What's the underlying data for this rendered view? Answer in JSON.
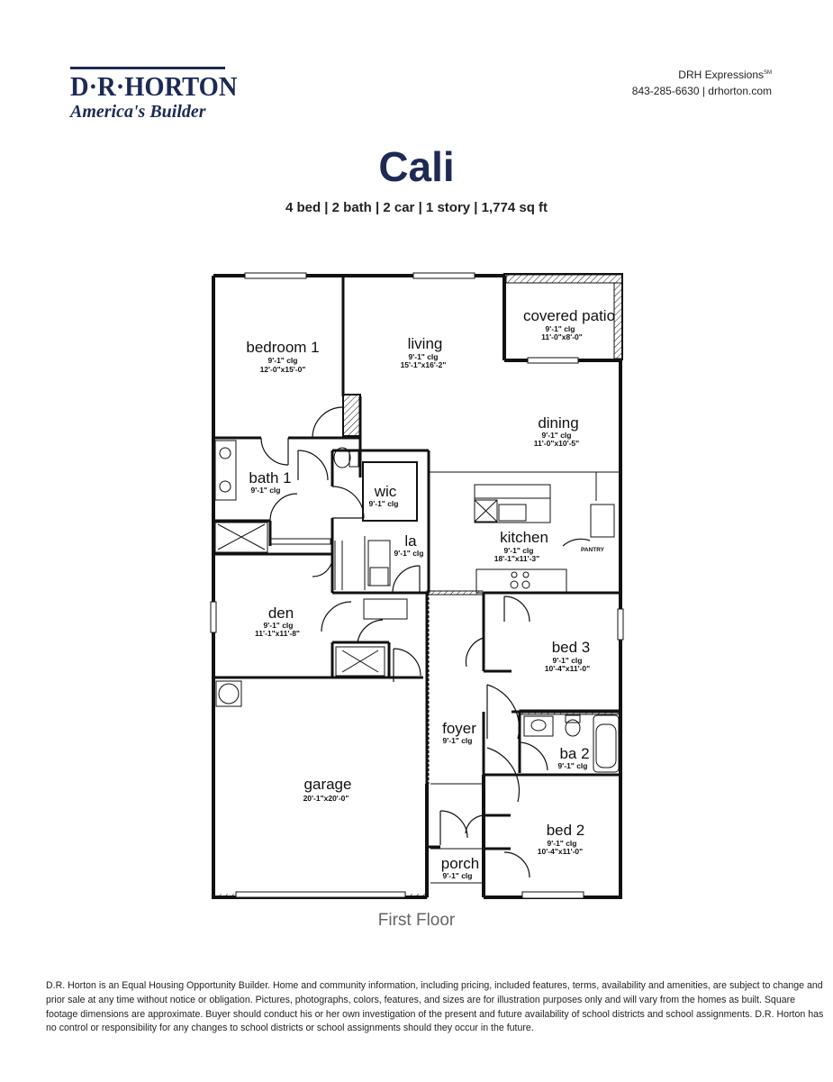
{
  "brand": {
    "name": "D·R·HORTON",
    "tagline": "America's Builder"
  },
  "contact": {
    "line1": "DRH Expressions",
    "line1_mark": "SM",
    "line2": "843-285-6630 | drhorton.com"
  },
  "plan": {
    "name": "Cali",
    "specs": "4 bed | 2 bath | 2 car | 1 story | 1,774 sq ft",
    "floor_label": "First Floor"
  },
  "rooms": {
    "bedroom1": {
      "name": "bedroom 1",
      "clg": "9'-1\" clg",
      "size": "12'-0\"x15'-0\""
    },
    "living": {
      "name": "living",
      "clg": "9'-1\" clg",
      "size": "15'-1\"x16'-2\""
    },
    "covered_patio": {
      "name": "covered patio",
      "clg": "9'-1\" clg",
      "size": "11'-0\"x8'-0\""
    },
    "dining": {
      "name": "dining",
      "clg": "9'-1\" clg",
      "size": "11'-0\"x10'-5\""
    },
    "bath1": {
      "name": "bath 1",
      "clg": "9'-1\" clg"
    },
    "wic": {
      "name": "wic",
      "clg": "9'-1\" clg"
    },
    "la": {
      "name": "la",
      "clg": "9'-1\" clg"
    },
    "kitchen": {
      "name": "kitchen",
      "clg": "9'-1\" clg",
      "size": "18'-1\"x11'-3\""
    },
    "pantry": {
      "name": "PANTRY"
    },
    "den": {
      "name": "den",
      "clg": "9'-1\" clg",
      "size": "11'-1\"x11'-8\""
    },
    "bed3": {
      "name": "bed 3",
      "clg": "9'-1\" clg",
      "size": "10'-4\"x11'-0\""
    },
    "foyer": {
      "name": "foyer",
      "clg": "9'-1\" clg"
    },
    "ba2": {
      "name": "ba 2",
      "clg": "9'-1\" clg"
    },
    "garage": {
      "name": "garage",
      "size": "20'-1\"x20'-0\""
    },
    "bed2": {
      "name": "bed 2",
      "clg": "9'-1\" clg",
      "size": "10'-4\"x11'-0\""
    },
    "porch": {
      "name": "porch",
      "clg": "9'-1\" clg"
    }
  },
  "disclaimer": "D.R. Horton is an Equal Housing Opportunity Builder. Home and community information, including pricing, included features, terms, availability and amenities, are subject to change and prior sale at any time without notice or obligation. Pictures, photographs, colors, features, and sizes are for illustration purposes only and will vary from the homes as built. Square footage dimensions are approximate. Buyer should conduct his or her own investigation of the present and future availability of school districts and school assignments. D.R. Horton has no control or responsibility for any changes to school districts or school assignments should they occur in the future.",
  "colors": {
    "brand": "#1e2a55",
    "wall": "#111111",
    "label_gray": "#666666"
  }
}
